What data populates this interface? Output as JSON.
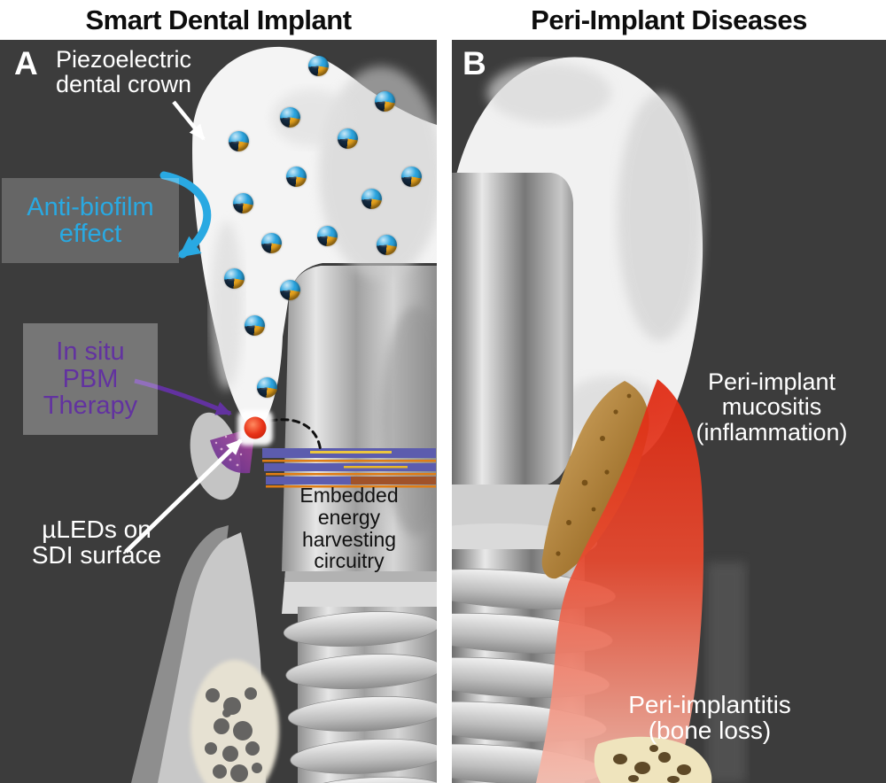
{
  "figure": {
    "title_left": "Smart Dental Implant",
    "title_right": "Peri-Implant Diseases"
  },
  "panels": {
    "a": {
      "label": "A",
      "annotations": {
        "crown": "Piezoelectric\ndental crown",
        "antibiofilm": "Anti-biofilm\neffect",
        "pbm": "In situ\nPBM\nTherapy",
        "uleds": "µLEDs on\nSDI surface",
        "circuitry": "Embedded\nenergy\nharvesting\ncircuitry"
      }
    },
    "b": {
      "label": "B",
      "annotations": {
        "mucositis": "Peri-implant\nmucositis\n(inflammation)",
        "implantitis": "Peri-implantitis\n(bone loss)"
      }
    }
  },
  "colors": {
    "panel_background": "#3c3c3c",
    "antibiofilm_accent": "#29a9e2",
    "pbm_accent": "#6232a0",
    "led_red": "#e83318",
    "circuit_blue": "#5c5cae",
    "circuit_orange": "#e07d14",
    "inflammation_red": "#e23420",
    "calculus_tan": "#b5803a"
  }
}
